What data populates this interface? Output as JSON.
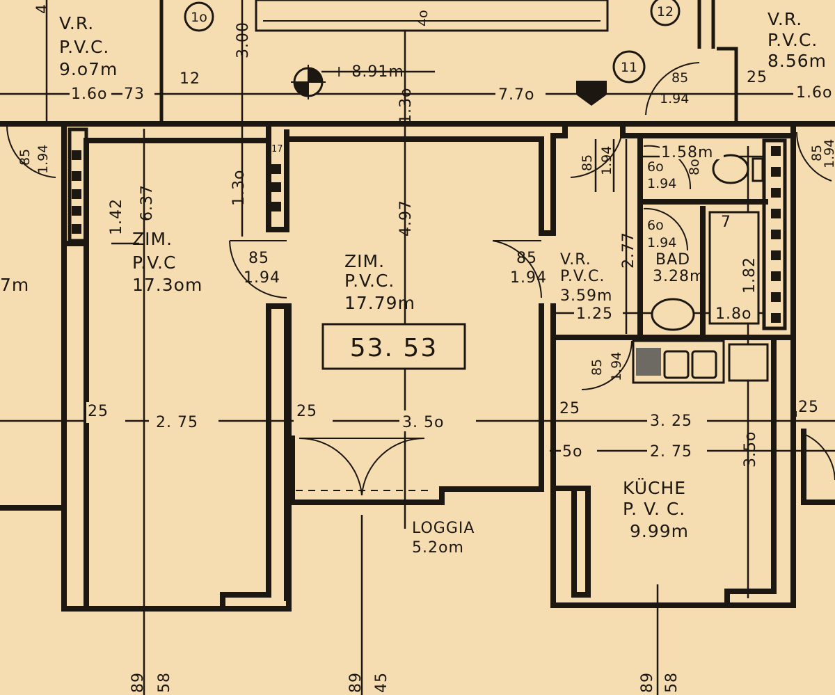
{
  "plan": {
    "area_total": "53. 53",
    "rooms": {
      "zim_left": {
        "name": "ZIM.",
        "floor": "P.V.C",
        "area": "17.3om"
      },
      "zim_center": {
        "name": "ZIM.",
        "floor": "P.V.C.",
        "area": "17.79m"
      },
      "vr_center": {
        "name": "V.R.",
        "floor": "P.V.C.",
        "area": "3.59m"
      },
      "bad": {
        "name": "BAD",
        "area": "3.28m"
      },
      "kueche": {
        "name": "KÜCHE",
        "floor": "P. V. C.",
        "area": "9.99m"
      },
      "loggia": {
        "name": "LOGGIA",
        "area": "5.2om"
      },
      "vr_top_left": {
        "name": "V.R.",
        "floor": "P.V.C.",
        "area": "9.o7m"
      },
      "vr_top_right": {
        "name": "V.R.",
        "floor": "P.V.C.",
        "area": "8.56m"
      },
      "partial_left_area": "7m"
    },
    "markers": [
      "1o",
      "11",
      "12"
    ],
    "level": "+ 8.91m",
    "dimensions": {
      "top_160": "1.6o",
      "top_73": "73",
      "top_12": "12",
      "top_770": "7.7o",
      "top_25": "25",
      "top_right_160": "1.6o",
      "top_300": "3.00",
      "top_130": "1.3o",
      "top_4o": "4o",
      "top_4": "4",
      "d_142": "1.42",
      "d_637": "6.37",
      "d_130": "1.3o",
      "d_497": "4.97",
      "d_277": "2.77",
      "d_158": "1.58m",
      "d_182": "1.82",
      "d_350": "3.5o",
      "d_125": "1.25",
      "d_180": "1.8o",
      "row_25a": "25",
      "row_275a": "2. 75",
      "row_25b": "25",
      "row_350": "3. 5o",
      "row_25c": "25",
      "row_325": "3. 25",
      "row_25d": "25",
      "row_50": "5o",
      "row_275b": "2. 75",
      "bot_89a": "89",
      "bot_58a": "58",
      "bot_89b": "89",
      "bot_45": "45",
      "bot_89c": "89",
      "bot_58c": "58"
    },
    "doors": {
      "d_left_85": "85",
      "d_left_194": "1.94",
      "d_zim_85": "85",
      "d_zim_194": "1.94",
      "d_vr_85": "85",
      "d_vr_194": "1.94",
      "d_entry_85": "85",
      "d_entry_194": "1.94",
      "d_top_85": "85",
      "d_top_194": "1.94",
      "d_wc_60": "6o",
      "d_wc_194": "1.94",
      "d_bad_60": "6o",
      "d_bad_194": "1.94",
      "d_wc_80": "8o",
      "d_kue_85": "85",
      "d_kue_194": "1.94",
      "d_right_85": "85",
      "d_right_194": "1.94",
      "d_17": "17",
      "d_7": "7"
    }
  }
}
